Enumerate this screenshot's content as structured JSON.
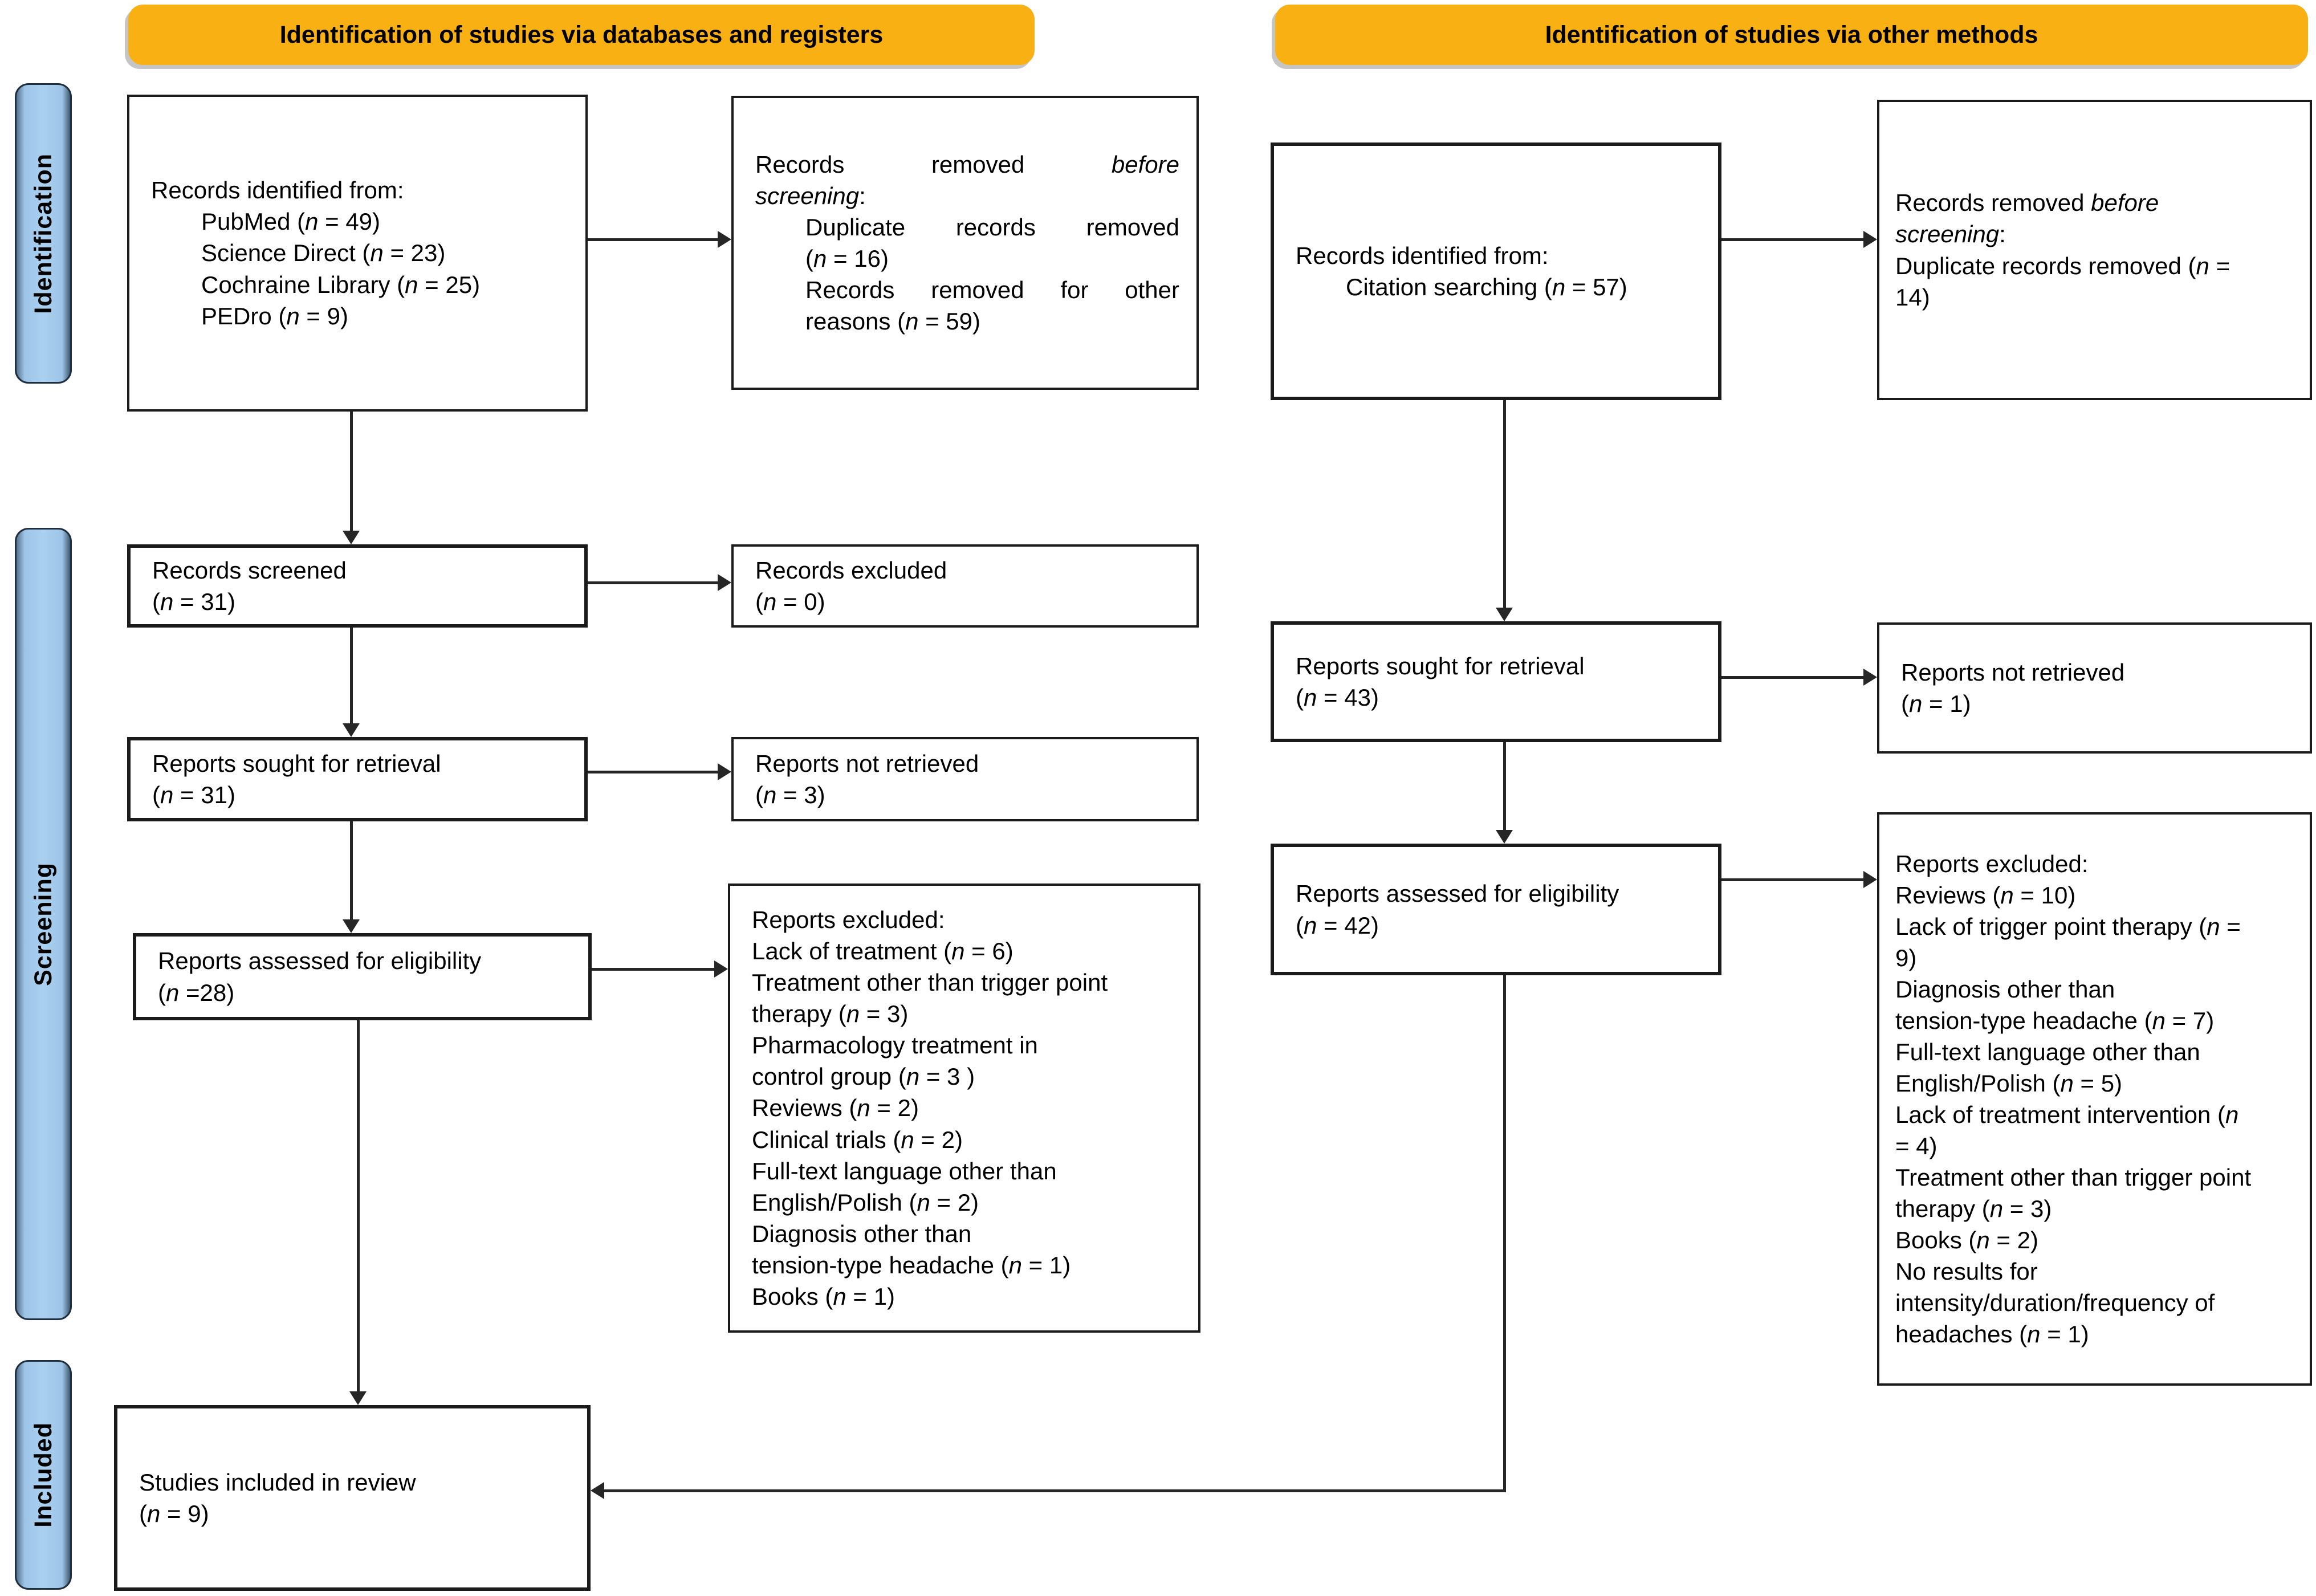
{
  "colors": {
    "header_bg": "#f9b013",
    "sidebar_bg": "#9dc4e7",
    "line": "#262626",
    "box_border": "#1b1b1b"
  },
  "headers": {
    "databases": "Identification of studies via databases and registers",
    "other": "Identification of studies via other methods"
  },
  "sidebar": {
    "identification": "Identification",
    "screening": "Screening",
    "included": "Included"
  },
  "boxes": {
    "db_identified": {
      "lines": [
        {
          "indent": 0,
          "parts": [
            {
              "t": "Records identified from:"
            }
          ]
        },
        {
          "indent": 1,
          "parts": [
            {
              "t": "PubMed ("
            },
            {
              "t": "n",
              "i": true
            },
            {
              "t": " = 49)"
            }
          ]
        },
        {
          "indent": 1,
          "parts": [
            {
              "t": "Science Direct ("
            },
            {
              "t": "n",
              "i": true
            },
            {
              "t": " = 23)"
            }
          ]
        },
        {
          "indent": 1,
          "parts": [
            {
              "t": "Cochraine Library ("
            },
            {
              "t": "n",
              "i": true
            },
            {
              "t": " = 25)"
            }
          ]
        },
        {
          "indent": 1,
          "parts": [
            {
              "t": "PEDro ("
            },
            {
              "t": "n",
              "i": true
            },
            {
              "t": " = 9)"
            }
          ]
        }
      ]
    },
    "db_removed": {
      "lines": [
        {
          "indent": 0,
          "fj": true,
          "parts": [
            {
              "t": "Records removed "
            },
            {
              "t": "before",
              "i": true
            }
          ]
        },
        {
          "indent": 0,
          "parts": [
            {
              "t": "screening",
              "i": true
            },
            {
              "t": ":"
            }
          ]
        },
        {
          "indent": 1,
          "fj": true,
          "parts": [
            {
              "t": "Duplicate records removed"
            }
          ]
        },
        {
          "indent": 1,
          "parts": [
            {
              "t": "("
            },
            {
              "t": "n",
              "i": true
            },
            {
              "t": " = 16)"
            }
          ]
        },
        {
          "indent": 1,
          "fj": true,
          "parts": [
            {
              "t": "Records removed for other"
            }
          ]
        },
        {
          "indent": 1,
          "parts": [
            {
              "t": "reasons ("
            },
            {
              "t": "n",
              "i": true
            },
            {
              "t": " = 59)"
            }
          ]
        }
      ]
    },
    "screened31": {
      "lines": [
        {
          "indent": 0,
          "parts": [
            {
              "t": "Records screened"
            }
          ]
        },
        {
          "indent": 0,
          "parts": [
            {
              "t": "("
            },
            {
              "t": "n",
              "i": true
            },
            {
              "t": " = 31)"
            }
          ]
        }
      ]
    },
    "excluded0": {
      "lines": [
        {
          "indent": 0,
          "parts": [
            {
              "t": "Records excluded"
            }
          ]
        },
        {
          "indent": 0,
          "parts": [
            {
              "t": "("
            },
            {
              "t": "n",
              "i": true
            },
            {
              "t": " = 0)"
            }
          ]
        }
      ]
    },
    "sought31": {
      "lines": [
        {
          "indent": 0,
          "parts": [
            {
              "t": "Reports sought for retrieval"
            }
          ]
        },
        {
          "indent": 0,
          "parts": [
            {
              "t": "("
            },
            {
              "t": "n",
              "i": true
            },
            {
              "t": " = 31)"
            }
          ]
        }
      ]
    },
    "notretrieved3": {
      "lines": [
        {
          "indent": 0,
          "parts": [
            {
              "t": "Reports not retrieved"
            }
          ]
        },
        {
          "indent": 0,
          "parts": [
            {
              "t": "("
            },
            {
              "t": "n",
              "i": true
            },
            {
              "t": " = 3)"
            }
          ]
        }
      ]
    },
    "assessed28": {
      "lines": [
        {
          "indent": 0,
          "parts": [
            {
              "t": "Reports assessed for eligibility"
            }
          ]
        },
        {
          "indent": 0,
          "parts": [
            {
              "t": "("
            },
            {
              "t": "n",
              "i": true
            },
            {
              "t": " =28)"
            }
          ]
        }
      ]
    },
    "bigleft": {
      "lines": [
        {
          "indent": 0,
          "parts": [
            {
              "t": "Reports excluded:"
            }
          ]
        },
        {
          "indent": 0,
          "parts": [
            {
              "t": "Lack of treatment ("
            },
            {
              "t": "n",
              "i": true
            },
            {
              "t": " = 6)"
            }
          ]
        },
        {
          "indent": 0,
          "parts": [
            {
              "t": "Treatment other than trigger point"
            }
          ]
        },
        {
          "indent": 0,
          "parts": [
            {
              "t": "therapy ("
            },
            {
              "t": "n",
              "i": true
            },
            {
              "t": " = 3)"
            }
          ]
        },
        {
          "indent": 0,
          "parts": [
            {
              "t": "Pharmacology treatment in"
            }
          ]
        },
        {
          "indent": 0,
          "parts": [
            {
              "t": "control group ("
            },
            {
              "t": "n",
              "i": true
            },
            {
              "t": " = 3 )"
            }
          ]
        },
        {
          "indent": 0,
          "parts": [
            {
              "t": "Reviews ("
            },
            {
              "t": "n",
              "i": true
            },
            {
              "t": " = 2)"
            }
          ]
        },
        {
          "indent": 0,
          "parts": [
            {
              "t": "Clinical trials ("
            },
            {
              "t": "n",
              "i": true
            },
            {
              "t": " = 2)"
            }
          ]
        },
        {
          "indent": 0,
          "parts": [
            {
              "t": "Full-text language other than"
            }
          ]
        },
        {
          "indent": 0,
          "parts": [
            {
              "t": "English/Polish ("
            },
            {
              "t": "n",
              "i": true
            },
            {
              "t": " = 2)"
            }
          ]
        },
        {
          "indent": 0,
          "parts": [
            {
              "t": "Diagnosis other than"
            }
          ]
        },
        {
          "indent": 0,
          "parts": [
            {
              "t": "tension-type headache ("
            },
            {
              "t": "n",
              "i": true
            },
            {
              "t": " = 1)"
            }
          ]
        },
        {
          "indent": 0,
          "parts": [
            {
              "t": "Books ("
            },
            {
              "t": "n",
              "i": true
            },
            {
              "t": " = 1)"
            }
          ]
        }
      ]
    },
    "citation57": {
      "lines": [
        {
          "indent": 0,
          "parts": [
            {
              "t": "Records identified from:"
            }
          ]
        },
        {
          "indent": 1,
          "parts": [
            {
              "t": "Citation searching ("
            },
            {
              "t": "n",
              "i": true
            },
            {
              "t": " = 57)"
            }
          ]
        }
      ]
    },
    "removed14": {
      "lines": [
        {
          "indent": 0,
          "parts": [
            {
              "t": "Records removed "
            },
            {
              "t": "before",
              "i": true
            }
          ]
        },
        {
          "indent": 0,
          "parts": [
            {
              "t": "screening",
              "i": true
            },
            {
              "t": ":"
            }
          ]
        },
        {
          "indent": 0,
          "parts": [
            {
              "t": "Duplicate records removed ("
            },
            {
              "t": "n",
              "i": true
            },
            {
              "t": " ="
            }
          ]
        },
        {
          "indent": 0,
          "parts": [
            {
              "t": "14)"
            }
          ]
        }
      ]
    },
    "sought43": {
      "lines": [
        {
          "indent": 0,
          "parts": [
            {
              "t": "Reports sought for retrieval"
            }
          ]
        },
        {
          "indent": 0,
          "parts": [
            {
              "t": "("
            },
            {
              "t": "n",
              "i": true
            },
            {
              "t": " = 43)"
            }
          ]
        }
      ]
    },
    "notretrieved1": {
      "lines": [
        {
          "indent": 0,
          "parts": [
            {
              "t": "Reports not retrieved"
            }
          ]
        },
        {
          "indent": 0,
          "parts": [
            {
              "t": "("
            },
            {
              "t": "n",
              "i": true
            },
            {
              "t": " = 1)"
            }
          ]
        }
      ]
    },
    "assessed42": {
      "lines": [
        {
          "indent": 0,
          "parts": [
            {
              "t": "Reports assessed for eligibility"
            }
          ]
        },
        {
          "indent": 0,
          "parts": [
            {
              "t": "("
            },
            {
              "t": "n",
              "i": true
            },
            {
              "t": " = 42)"
            }
          ]
        }
      ]
    },
    "bigright": {
      "lines": [
        {
          "indent": 0,
          "parts": [
            {
              "t": "Reports excluded:"
            }
          ]
        },
        {
          "indent": 0,
          "parts": [
            {
              "t": "Reviews ("
            },
            {
              "t": "n",
              "i": true
            },
            {
              "t": " = 10)"
            }
          ]
        },
        {
          "indent": 0,
          "parts": [
            {
              "t": "Lack of trigger point therapy ("
            },
            {
              "t": "n",
              "i": true
            },
            {
              "t": " ="
            }
          ]
        },
        {
          "indent": 0,
          "parts": [
            {
              "t": "9)"
            }
          ]
        },
        {
          "indent": 0,
          "parts": [
            {
              "t": "Diagnosis other than"
            }
          ]
        },
        {
          "indent": 0,
          "parts": [
            {
              "t": "tension-type headache ("
            },
            {
              "t": "n",
              "i": true
            },
            {
              "t": " = 7)"
            }
          ]
        },
        {
          "indent": 0,
          "parts": [
            {
              "t": "Full-text language other than"
            }
          ]
        },
        {
          "indent": 0,
          "parts": [
            {
              "t": "English/Polish ("
            },
            {
              "t": "n",
              "i": true
            },
            {
              "t": " = 5)"
            }
          ]
        },
        {
          "indent": 0,
          "parts": [
            {
              "t": "Lack of treatment intervention ("
            },
            {
              "t": "n",
              "i": true
            }
          ]
        },
        {
          "indent": 0,
          "parts": [
            {
              "t": "= 4)"
            }
          ]
        },
        {
          "indent": 0,
          "parts": [
            {
              "t": "Treatment other than trigger point"
            }
          ]
        },
        {
          "indent": 0,
          "parts": [
            {
              "t": "therapy ("
            },
            {
              "t": "n",
              "i": true
            },
            {
              "t": " = 3)"
            }
          ]
        },
        {
          "indent": 0,
          "parts": [
            {
              "t": "Books ("
            },
            {
              "t": "n",
              "i": true
            },
            {
              "t": " = 2)"
            }
          ]
        },
        {
          "indent": 0,
          "parts": [
            {
              "t": "No results for"
            }
          ]
        },
        {
          "indent": 0,
          "parts": [
            {
              "t": "intensity/duration/frequency of"
            }
          ]
        },
        {
          "indent": 0,
          "parts": [
            {
              "t": "headaches ("
            },
            {
              "t": "n",
              "i": true
            },
            {
              "t": " = 1)"
            }
          ]
        }
      ]
    },
    "included9": {
      "lines": [
        {
          "indent": 0,
          "parts": [
            {
              "t": "Studies included in review"
            }
          ]
        },
        {
          "indent": 0,
          "parts": [
            {
              "t": "("
            },
            {
              "t": "n",
              "i": true
            },
            {
              "t": " = 9)"
            }
          ]
        }
      ]
    }
  }
}
